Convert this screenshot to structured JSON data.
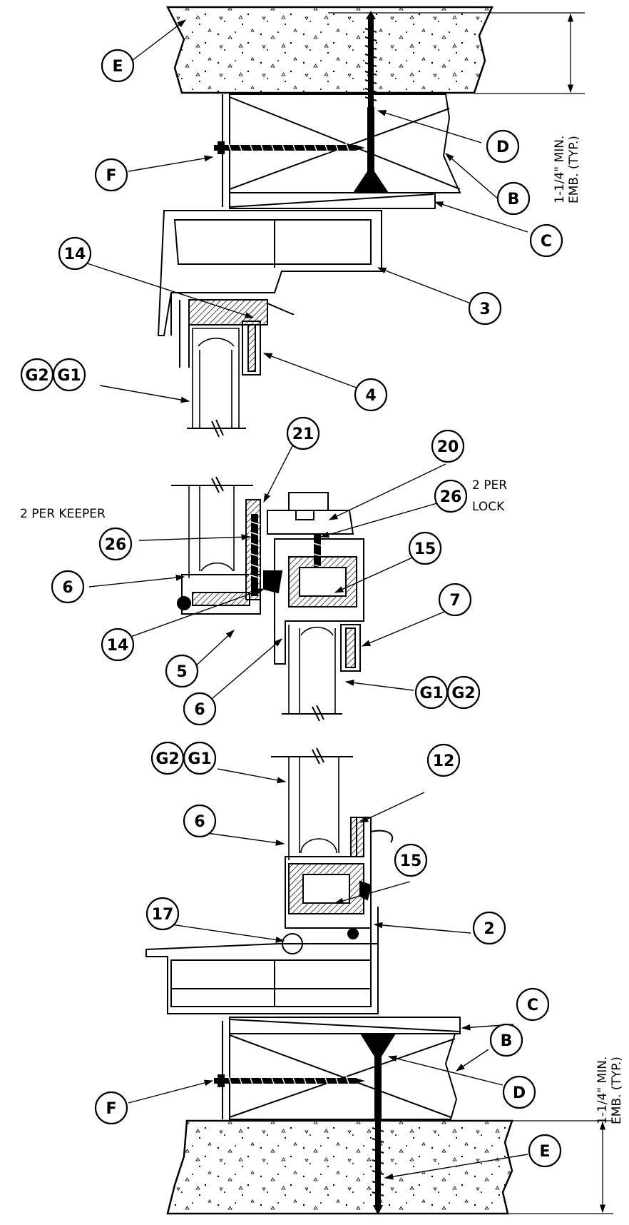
{
  "callouts": {
    "E": "E",
    "F": "F",
    "D": "D",
    "B": "B",
    "C": "C",
    "n3": "3",
    "n4": "4",
    "n14": "14",
    "n21": "21",
    "n20": "20",
    "n26": "26",
    "n15": "15",
    "n7": "7",
    "n6": "6",
    "n5": "5",
    "n12": "12",
    "n17": "17",
    "n2": "2",
    "G1": "G1",
    "G2": "G2"
  },
  "notes": {
    "emb_line1": "1-1/4\" MIN.",
    "emb_line2": "EMB. (TYP.)",
    "per_keeper": "2 PER KEEPER",
    "per_lock_1": "2 PER",
    "per_lock_2": "LOCK"
  }
}
